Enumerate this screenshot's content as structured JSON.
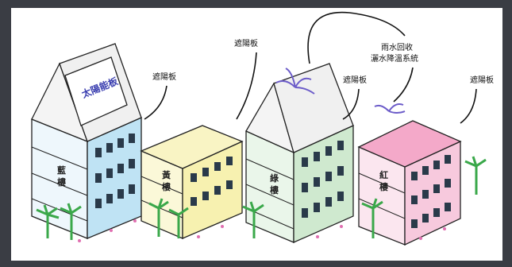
{
  "labels": {
    "sunshade": "遮陽板",
    "rain": [
      "雨水回收",
      "灑水降溫系統"
    ],
    "solar_panel": "太陽能板"
  },
  "buildings": [
    {
      "name": [
        "藍",
        "樓"
      ],
      "color": "#bfe3f4"
    },
    {
      "name": [
        "黃",
        "樓"
      ],
      "color": "#f7f1b0"
    },
    {
      "name": [
        "綠",
        "樓"
      ],
      "color": "#cfe9cf"
    },
    {
      "name": [
        "紅",
        "樓"
      ],
      "color": "#f7c9dd"
    }
  ],
  "colors": {
    "outline": "#222222",
    "window": "#2a3a4a",
    "palm": "#3aa84a",
    "flower": "#e06fb0",
    "vent": "#6c5cc9"
  }
}
